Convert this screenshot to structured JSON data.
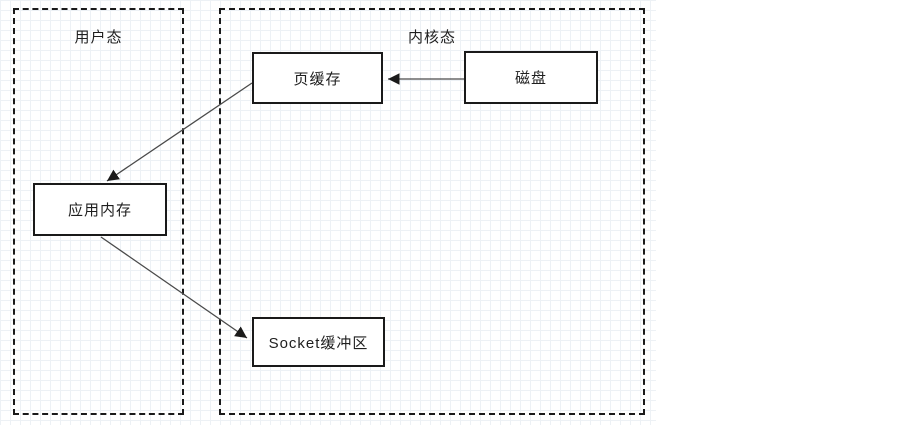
{
  "diagram": {
    "title": "zero-copy memory flow diagram",
    "regions": [
      {
        "id": "user-space",
        "label": "用户态"
      },
      {
        "id": "kernel-space",
        "label": "内核态"
      }
    ],
    "nodes": {
      "page_cache": {
        "label": "页缓存"
      },
      "disk": {
        "label": "磁盘"
      },
      "app_memory": {
        "label": "应用内存"
      },
      "socket_buffer": {
        "label": "Socket缓冲区"
      }
    },
    "edges": [
      {
        "from": "磁盘",
        "to": "页缓存"
      },
      {
        "from": "页缓存",
        "to": "应用内存"
      },
      {
        "from": "应用内存",
        "to": "Socket缓冲区"
      }
    ],
    "colors": {
      "background": "#ffffff",
      "grid": "#edf1f5",
      "region_border": "#1a1a1a",
      "node_border": "#1a1a1a",
      "node_fill": "#ffffff",
      "edge_line": "#4a4a4a",
      "arrowhead": "#1a1a1a",
      "text": "#1f1f1f"
    }
  }
}
